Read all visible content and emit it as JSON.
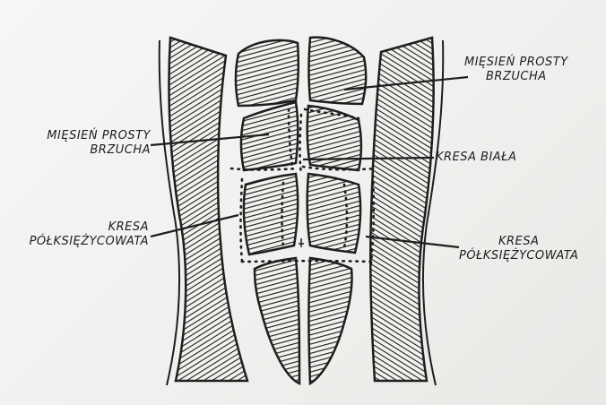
{
  "labels": {
    "top_right": {
      "line1": "MIĘSIEŃ PROSTY",
      "line2": "BRZUCHA"
    },
    "mid_left": {
      "line1": "MIĘSIEŃ PROSTY",
      "line2": "BRZUCHA"
    },
    "kresa_biala": {
      "line1": "KRESA BIAŁA"
    },
    "lower_left": {
      "line1": "KRESA",
      "line2": "PÓŁKSIĘŻYCOWATA"
    },
    "lower_right": {
      "line1": "KRESA",
      "line2": "PÓŁKSIĘŻYCOWATA"
    }
  },
  "colors": {
    "ink": "#1e1e1e",
    "paper": "#f3f3f1"
  }
}
